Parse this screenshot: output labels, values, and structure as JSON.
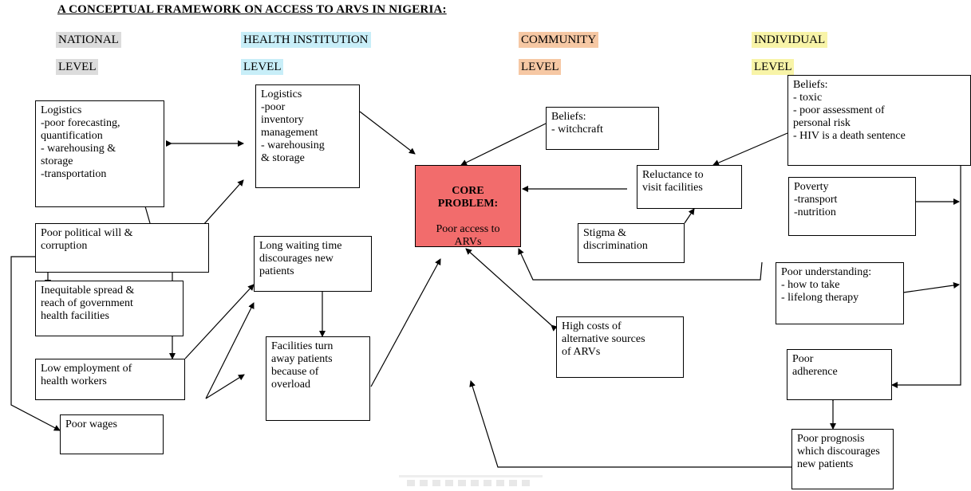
{
  "title": "A CONCEPTUAL FRAMEWORK ON ACCESS TO ARVS IN NIGERIA:",
  "levels": {
    "national": {
      "line1": "NATIONAL",
      "line2": "LEVEL"
    },
    "health": {
      "line1": "HEALTH INSTITUTION",
      "line2": "LEVEL"
    },
    "community": {
      "line1": "COMMUNITY",
      "line2": "LEVEL"
    },
    "individual": {
      "line1": "INDIVIDUAL",
      "line2": "LEVEL"
    }
  },
  "colors": {
    "core_fill": "#f26c6c",
    "national_highlight": "#dcdcdc",
    "health_highlight": "#c8eef8",
    "community_highlight": "#f6c8a4",
    "individual_highlight": "#f8f4a8"
  },
  "boxes": {
    "logistics_national": "Logistics\n-poor forecasting,\nquantification\n- warehousing &\nstorage\n-transportation",
    "political_will": "Poor political will &\ncorruption",
    "inequitable_spread": "Inequitable spread &\nreach of government\nhealth facilities",
    "low_employment": "Low employment of\nhealth workers",
    "poor_wages": "Poor wages",
    "logistics_health": "Logistics\n-poor\ninventory\nmanagement\n- warehousing\n& storage",
    "long_waiting": "Long waiting time\ndiscourages new\npatients",
    "turn_away": "Facilities turn\naway patients\nbecause of\noverload",
    "core_title": "CORE\nPROBLEM:",
    "core_text": "Poor access to\nARVs",
    "beliefs_community": "Beliefs:\n- witchcraft",
    "reluctance": "Reluctance to\nvisit facilities",
    "stigma": "Stigma &\ndiscrimination",
    "high_costs": "High costs of\nalternative sources\nof ARVs",
    "beliefs_individual": "Beliefs:\n- toxic\n- poor assessment of\npersonal risk\n- HIV is a death sentence",
    "poverty": "Poverty\n-transport\n-nutrition",
    "poor_understanding": "Poor understanding:\n- how to take\n- lifelong therapy",
    "poor_adherence": "Poor\nadherence",
    "poor_prognosis": "Poor prognosis\nwhich discourages\nnew patients"
  }
}
